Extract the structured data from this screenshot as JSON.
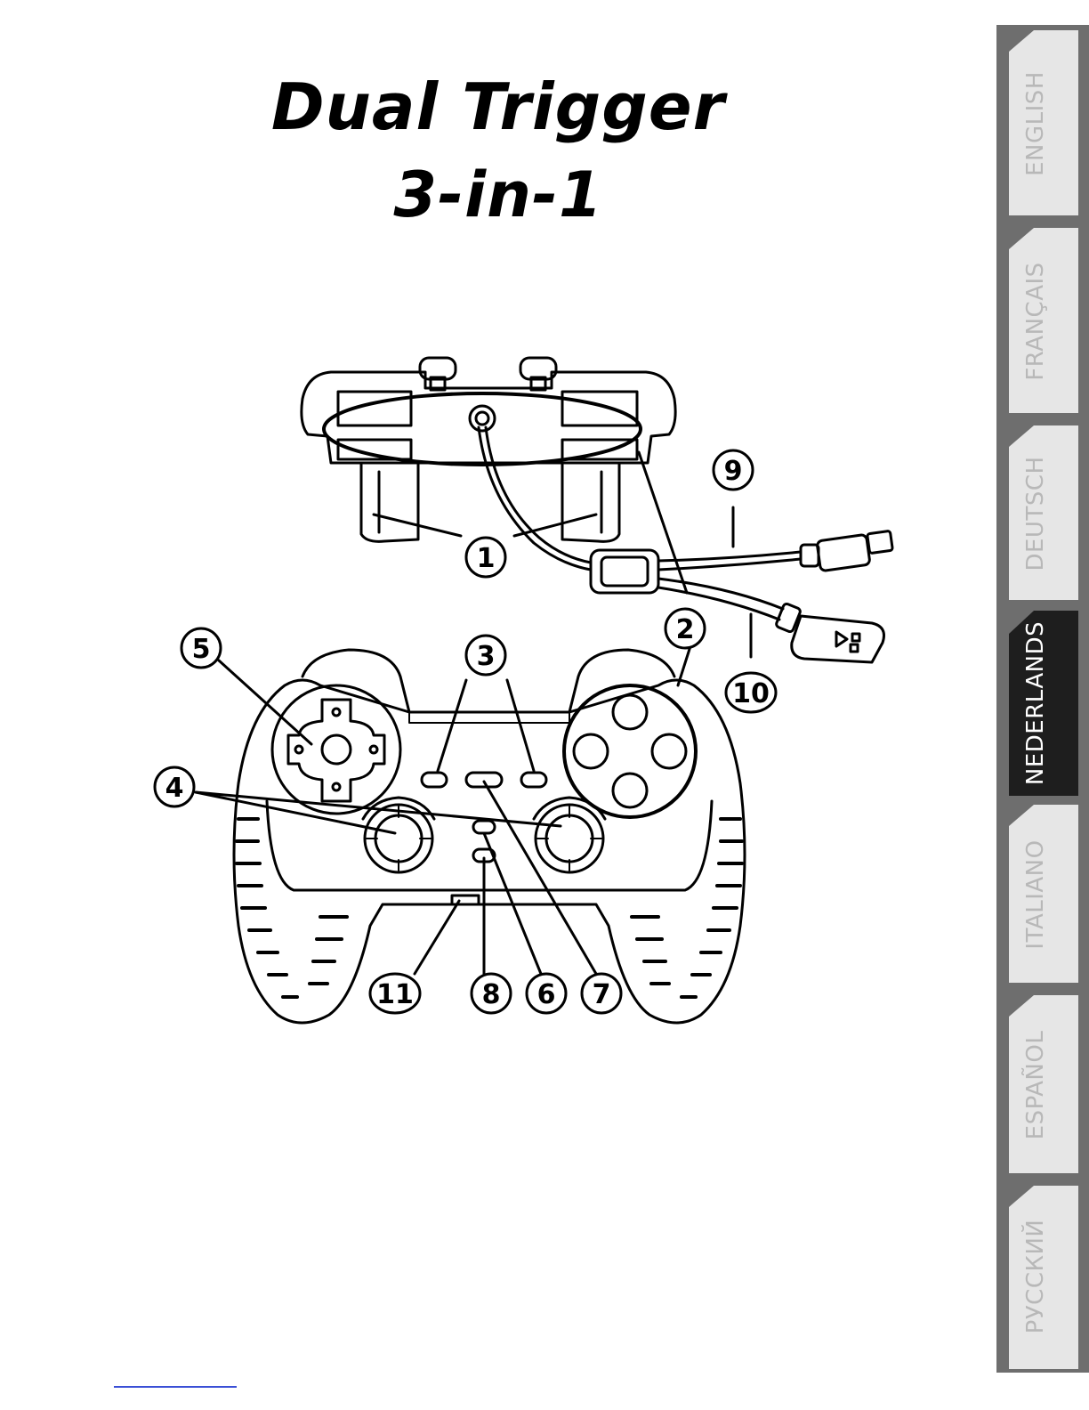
{
  "title": {
    "main": "Dual Trigger",
    "sub": "3-in-1"
  },
  "callouts": {
    "c1": "1",
    "c2": "2",
    "c3": "3",
    "c4": "4",
    "c5": "5",
    "c6": "6",
    "c7": "7",
    "c8": "8",
    "c9": "9",
    "c10": "10",
    "c11": "11"
  },
  "tabs": [
    {
      "label": "ENGLISH",
      "active": false
    },
    {
      "label": "FRANÇAIS",
      "active": false
    },
    {
      "label": "DEUTSCH",
      "active": false
    },
    {
      "label": "NEDERLANDS",
      "active": true
    },
    {
      "label": "ITALIANO",
      "active": false
    },
    {
      "label": "ESPAÑOL",
      "active": false
    },
    {
      "label": "РУССКИЙ",
      "active": false
    }
  ],
  "colors": {
    "active_tab": "#1e1e1e",
    "inactive_tab": "#e6e6e6",
    "tab_edge": "#6e6e6e",
    "link": "#3a4fd6"
  }
}
